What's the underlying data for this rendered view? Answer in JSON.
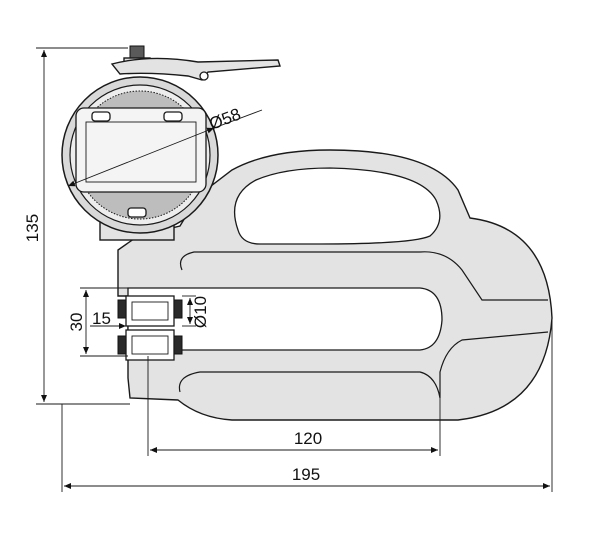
{
  "dimensions": {
    "height_total": "135",
    "gap": "30",
    "anvil_height": "15",
    "contact_diameter": "Ø10",
    "dial_diameter": "Ø58",
    "throat_depth": "120",
    "length_total": "195"
  },
  "colors": {
    "body": "#e3e3e3",
    "outline": "#1a1a1a"
  }
}
